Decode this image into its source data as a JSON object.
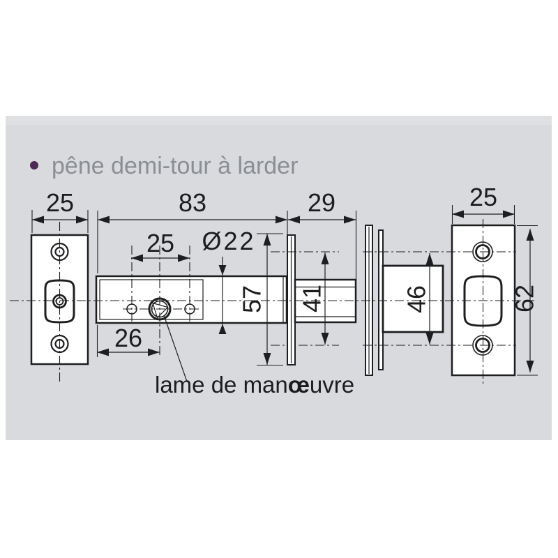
{
  "header": {
    "bullet_label": "pêne demi-tour à larder"
  },
  "drawing": {
    "dims": {
      "left_plate_width": "25",
      "case_length": "83",
      "bolt_projection": "29",
      "strike_plate_width": "25",
      "hole_spacing": "25",
      "tube_diameter": "Ø22",
      "faceplate_height": "57",
      "blade_offset": "26",
      "latch_height": "41",
      "strike_box_height": "46",
      "strike_plate_height": "62"
    },
    "callout": {
      "pre": "lame de man",
      "ligature": "œ",
      "post": "uvre"
    }
  },
  "colors": {
    "panel": "#d8dadd",
    "panel_top_strip": "#dfe0e2",
    "ink": "#1d1e20",
    "title_text": "#8b8e94",
    "bullet": "#4b2a55"
  }
}
